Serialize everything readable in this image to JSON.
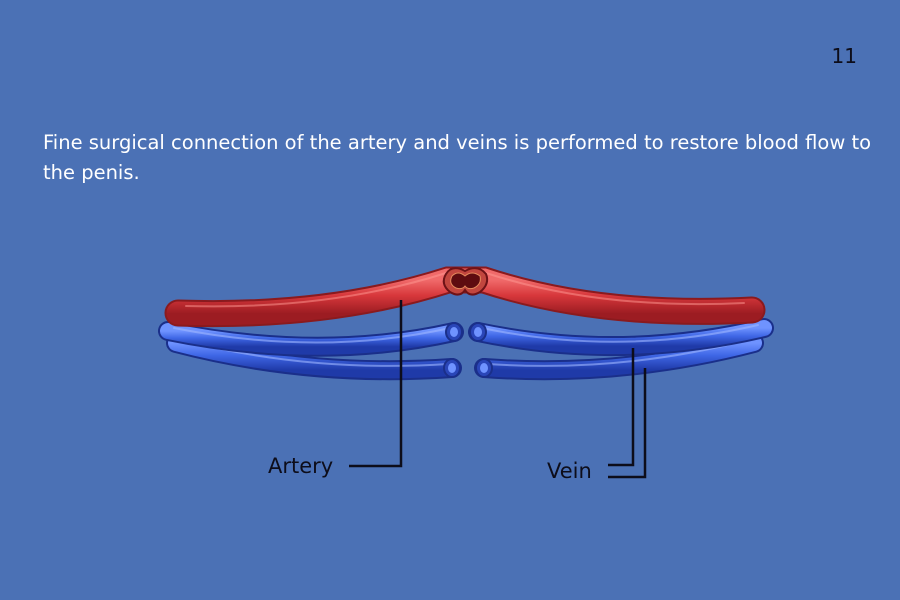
{
  "page_number": "11",
  "caption": "Fine surgical connection of the artery and veins is performed to restore blood flow to the penis.",
  "labels": {
    "artery": "Artery",
    "vein": "Vein"
  },
  "colors": {
    "background": "#4b71b5",
    "artery": "#d8383c",
    "vein": "#3f67e6",
    "leader_line": "#0d0d1a"
  }
}
